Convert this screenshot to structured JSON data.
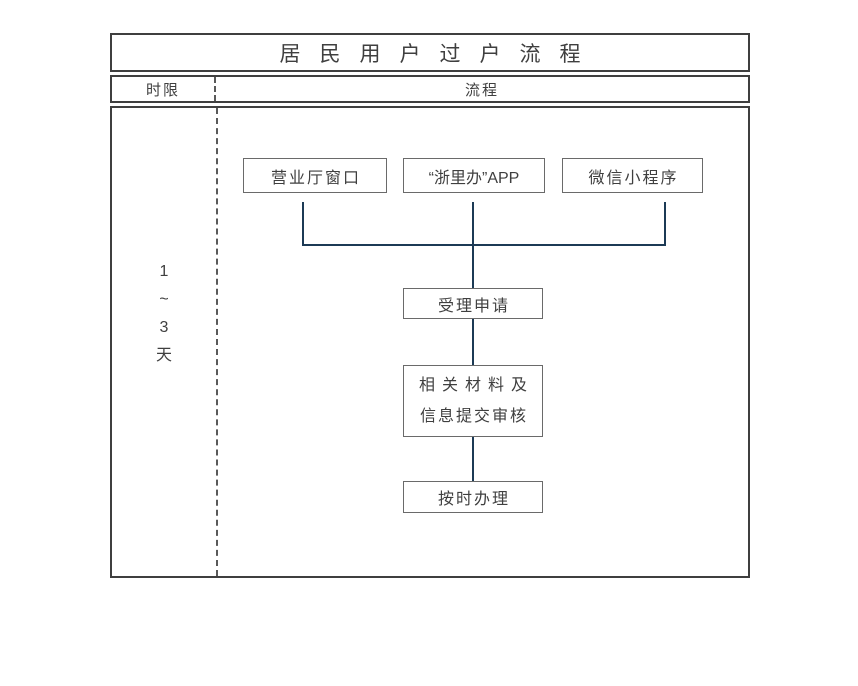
{
  "chart": {
    "title": "居民用户过户流程",
    "header": {
      "time_limit": "时限",
      "process": "流程"
    },
    "time_limit_lines": [
      "1",
      "~",
      "3",
      "天"
    ]
  },
  "flow": {
    "channels": [
      "营业厅窗口",
      "“浙里办”APP",
      "微信小程序"
    ],
    "step_accept": "受理申请",
    "step_review_line1": "相关材料及",
    "step_review_line2": "信息提交审核",
    "step_process": "按时办理"
  },
  "colors": {
    "table_border": "#3f3f3f",
    "box_border": "#6a6a6a",
    "text": "#3f3f3f",
    "connector_line": "#1c3a55",
    "background": "#ffffff"
  }
}
